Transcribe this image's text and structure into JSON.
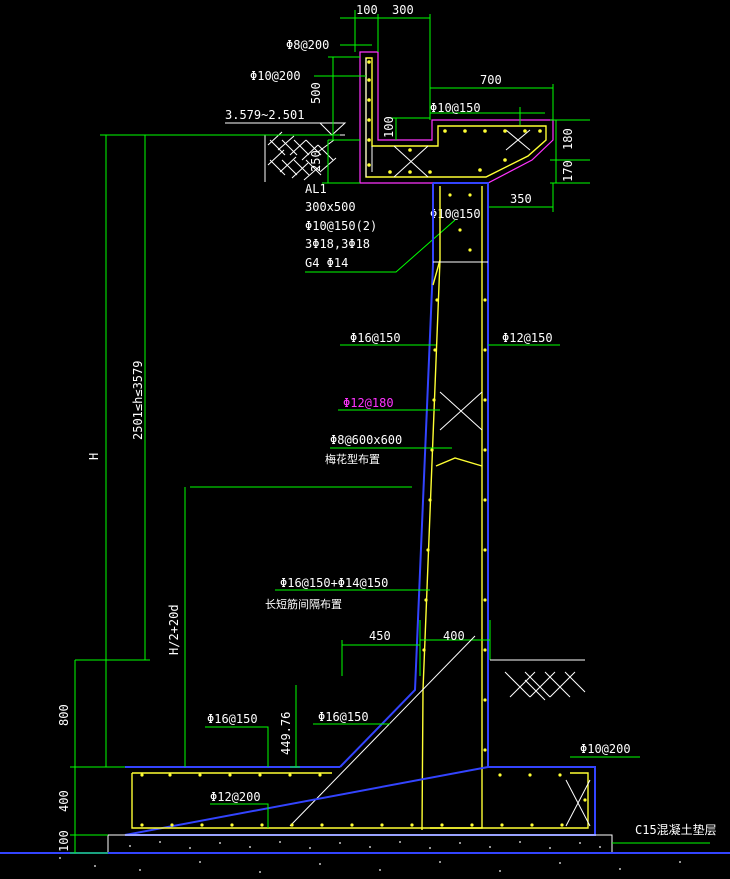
{
  "colors": {
    "background": "#000000",
    "dimension": "#00ff00",
    "concrete_outline": "#3344ff",
    "rebar": "#ffff33",
    "beam_outline": "#ff33ff",
    "text": "#ffffff"
  },
  "top_dims": {
    "d100": "100",
    "d300": "300",
    "d700": "700",
    "d500": "500",
    "d100b": "100",
    "d250": "250",
    "d180": "180",
    "d170": "170",
    "d350": "350"
  },
  "beam_labels": {
    "phi8_200": "Φ8@200",
    "phi10_200": "Φ10@200",
    "level_range": "3.579~2.501",
    "phi10_150_top": "Φ10@150",
    "phi10_150_mid": "Φ10@150",
    "al1": [
      "AL1",
      "300x500",
      "Φ10@150(2)",
      "3Φ18,3Φ18",
      "G4 Φ14"
    ]
  },
  "wall_labels": {
    "phi16_150_left": "Φ16@150",
    "phi12_150_right": "Φ12@150",
    "phi12_180": "Φ12@180",
    "phi8_600": "Φ8@600x600",
    "plum_layout": "梅花型布置",
    "phi16_14": "Φ16@150+Φ14@150",
    "alt_layout": "长短筋间隔布置",
    "d450": "450",
    "d400": "400"
  },
  "left_dims": {
    "H": "H",
    "range": "2501≤h≤3579",
    "half": "H/2+20d",
    "d800": "800",
    "d400": "400",
    "d100": "100",
    "d449": "449.76"
  },
  "base_labels": {
    "phi16_150_a": "Φ16@150",
    "phi16_150_b": "Φ16@150",
    "phi12_200": "Φ12@200",
    "phi10_200": "Φ10@200",
    "cushion": "C15混凝土垫层"
  }
}
